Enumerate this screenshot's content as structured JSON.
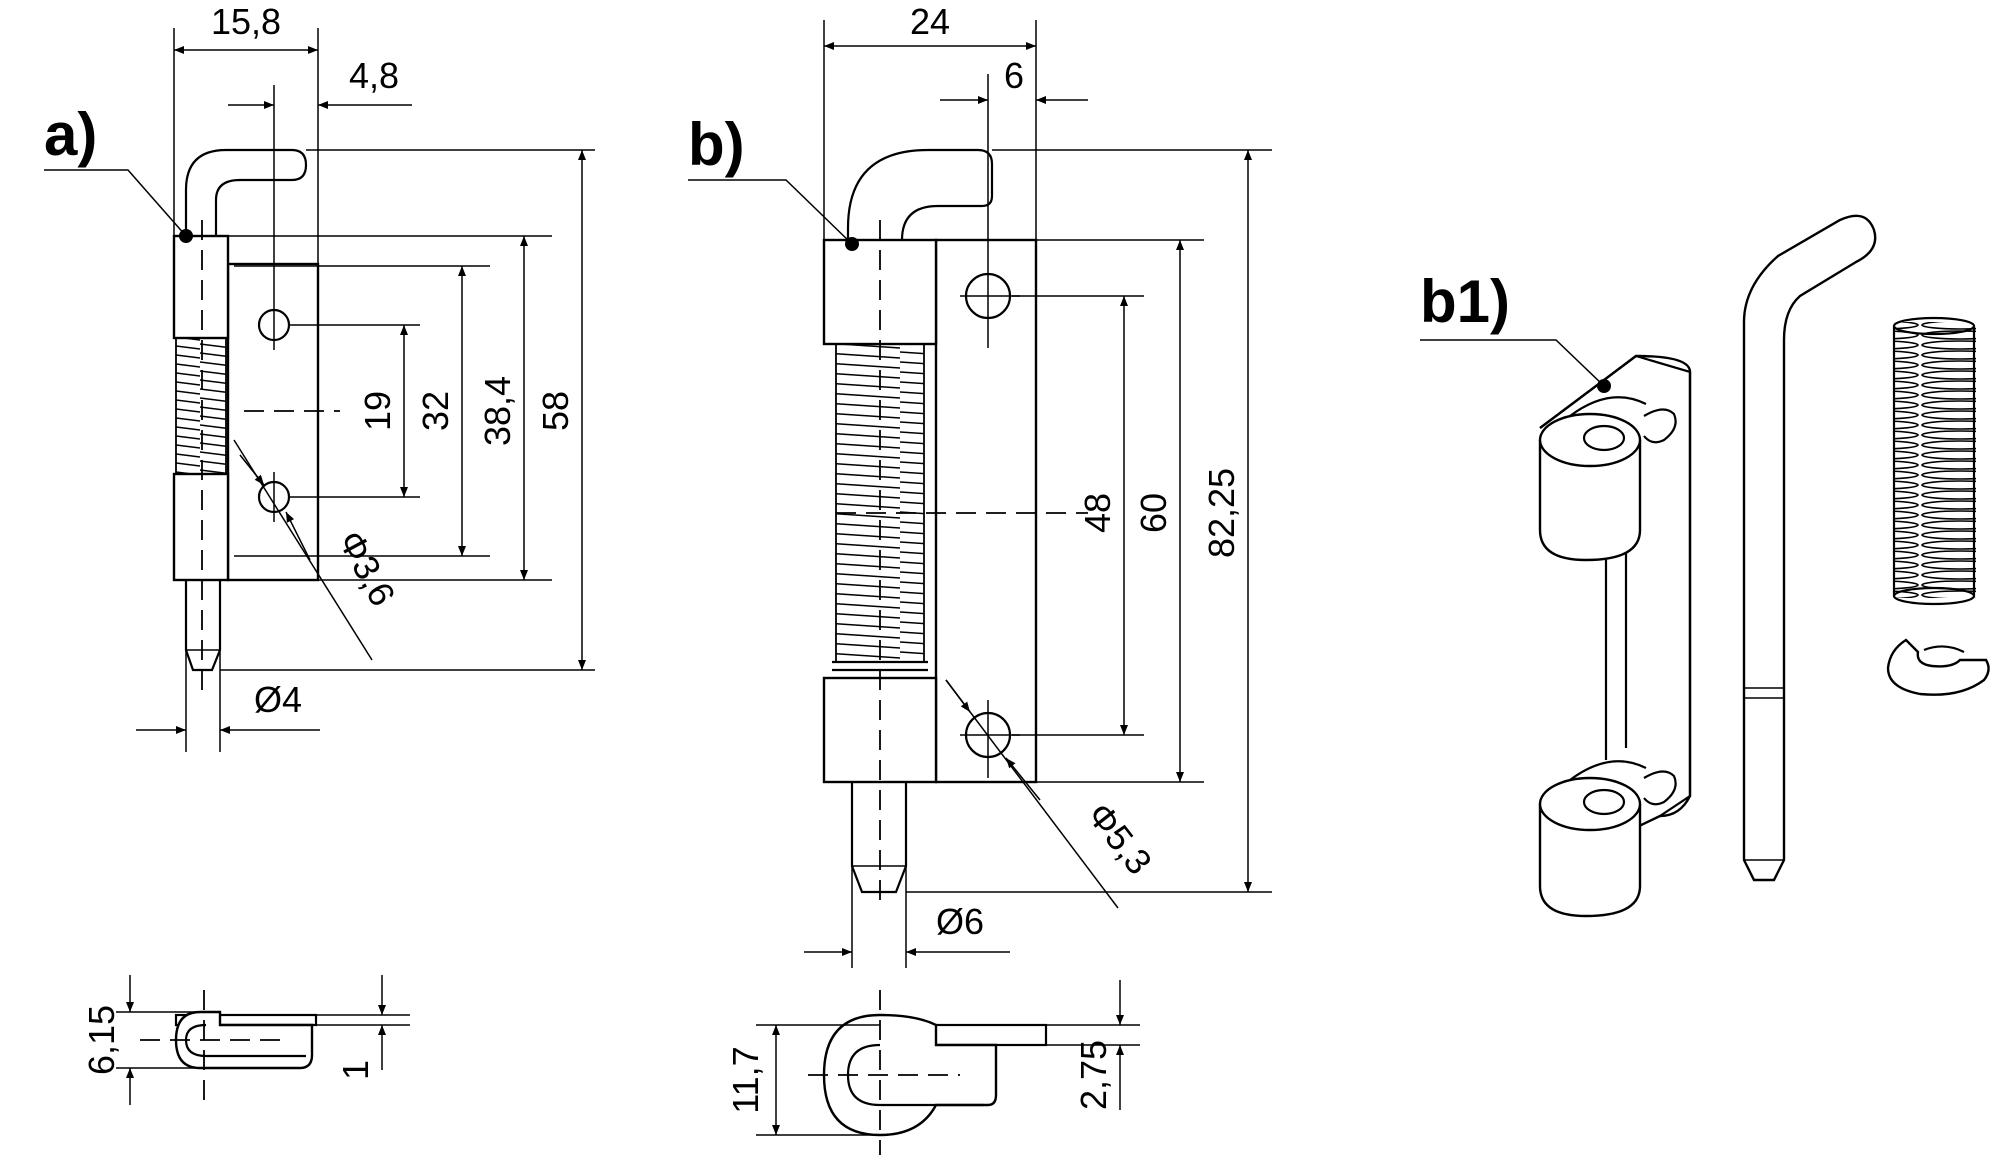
{
  "labels": {
    "a": "a)",
    "b": "b)",
    "b1": "b1)"
  },
  "view_a": {
    "w_total": "15,8",
    "w_right": "4,8",
    "h_19": "19",
    "h_32": "32",
    "h_384": "38,4",
    "h_58": "58",
    "hole_dia": "Φ3,6",
    "pin_dia": "Ø4",
    "top_h": "6,15",
    "top_t": "1"
  },
  "view_b": {
    "w_total": "24",
    "w_right": "6",
    "h_48": "48",
    "h_60": "60",
    "h_8225": "82,25",
    "hole_dia": "Φ5,3",
    "pin_dia": "Ø6",
    "top_h": "11,7",
    "top_t": "2,75"
  }
}
